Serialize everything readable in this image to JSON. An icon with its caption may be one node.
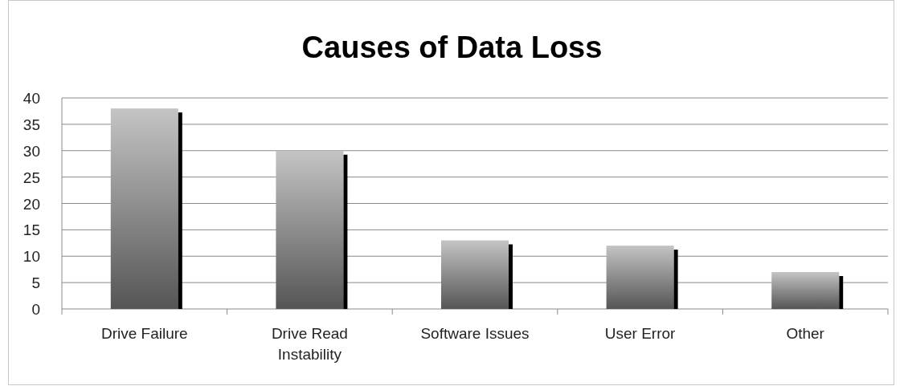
{
  "diagram": {
    "chart_data": {
      "type": "bar",
      "title": "Causes of Data Loss",
      "categories": [
        "Drive Failure",
        "Drive Read Instability",
        "Software Issues",
        "User Error",
        "Other"
      ],
      "series": [
        {
          "values": [
            38,
            30,
            13,
            12,
            7
          ]
        }
      ],
      "ylim": [
        0,
        40
      ],
      "grid": true,
      "yticks": [
        0,
        5,
        10,
        15,
        20,
        25,
        30,
        35,
        40
      ]
    }
  }
}
